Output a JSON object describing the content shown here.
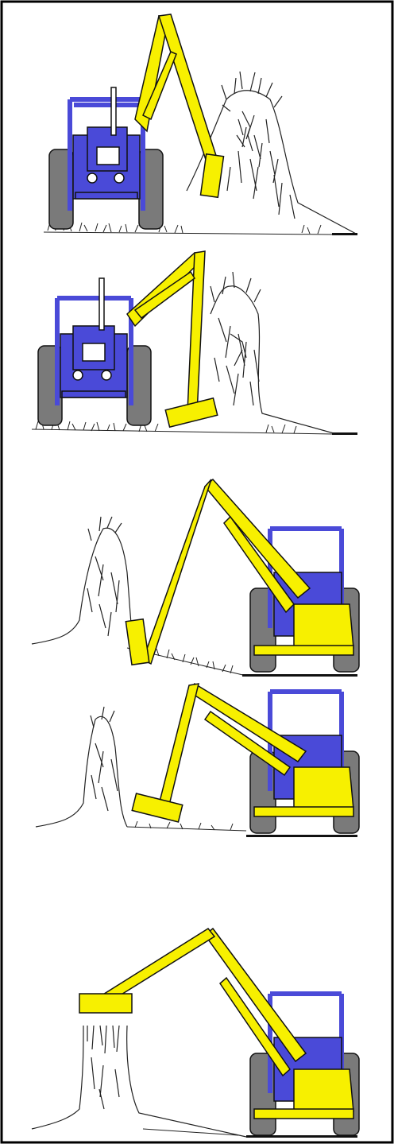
{
  "colors": {
    "tractor": "#4a4ad8",
    "arm": "#f7f000",
    "outline": "#111111",
    "tyre": "#7a7a7a",
    "hedge": "#222222",
    "background": "#ffffff",
    "border": "#000000"
  },
  "panels": [
    {
      "view": "rear",
      "arm_side": "right",
      "cutter": "vertical-side",
      "hedge_side": "right"
    },
    {
      "view": "rear",
      "arm_side": "right",
      "cutter": "angled-low",
      "hedge_side": "right"
    },
    {
      "view": "front",
      "arm_side": "left",
      "cutter": "vertical-side",
      "hedge_side": "left"
    },
    {
      "view": "front",
      "arm_side": "left",
      "cutter": "angled-low",
      "hedge_side": "left"
    },
    {
      "view": "front",
      "arm_side": "left",
      "cutter": "horizontal-top",
      "hedge_side": "left"
    }
  ]
}
